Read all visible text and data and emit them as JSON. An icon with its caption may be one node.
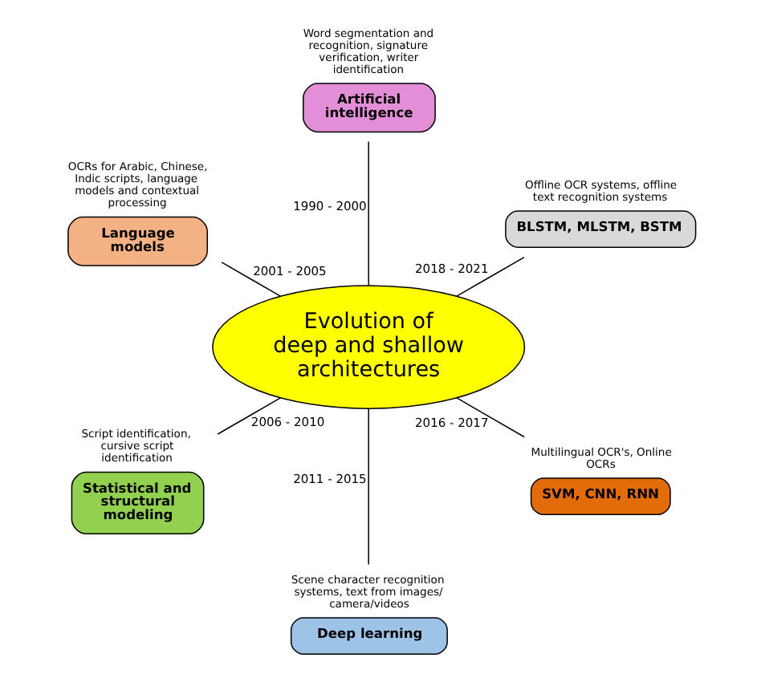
{
  "diagram": {
    "nodes": [
      {
        "text": [
          "Evolution of deep and shallow architectures"
        ]
      },
      {
        "text": [
          "BLSTM, MLSTM, BSTM"
        ],
        "beside": [
          "Offline OCR systems, offline text recognition systems"
        ]
      },
      {
        "text": [
          "Artificial intelligence"
        ],
        "beside": [
          "Word segmentation and recognition, signature verification, writer identification"
        ]
      },
      {
        "text": [
          "Language models"
        ],
        "beside": [
          "OCRs for Arabic, Chinese, Indic scripts, language models and contextual processing"
        ]
      },
      {
        "text": [
          "Statistical and structural modeling"
        ],
        "beside": [
          "Script identification, cursive script identification"
        ]
      },
      {
        "text": [
          "Deep learning"
        ],
        "beside": [
          "Scene character recognition systems, text from images/ camera/videos"
        ]
      },
      {
        "text": [
          "SVM, CNN, RNN"
        ],
        "beside": [
          "Multilingual OCR's, Online OCRs"
        ]
      }
    ],
    "edges": [
      {
        "from": 0,
        "to": 1,
        "arrow": "none",
        "label": "2018 - 2021"
      },
      {
        "from": 0,
        "to": 2,
        "arrow": "none",
        "label": "1990 - 2000"
      },
      {
        "from": 0,
        "to": 3,
        "arrow": "none",
        "label": "2001 - 2005"
      },
      {
        "from": 0,
        "to": 4,
        "arrow": "none",
        "label": "2006 - 2010"
      },
      {
        "from": 0,
        "to": 5,
        "arrow": "none",
        "label": "2011 - 2015"
      },
      {
        "from": 0,
        "to": 6,
        "arrow": "none",
        "label": "2016 - 2017"
      }
    ]
  }
}
